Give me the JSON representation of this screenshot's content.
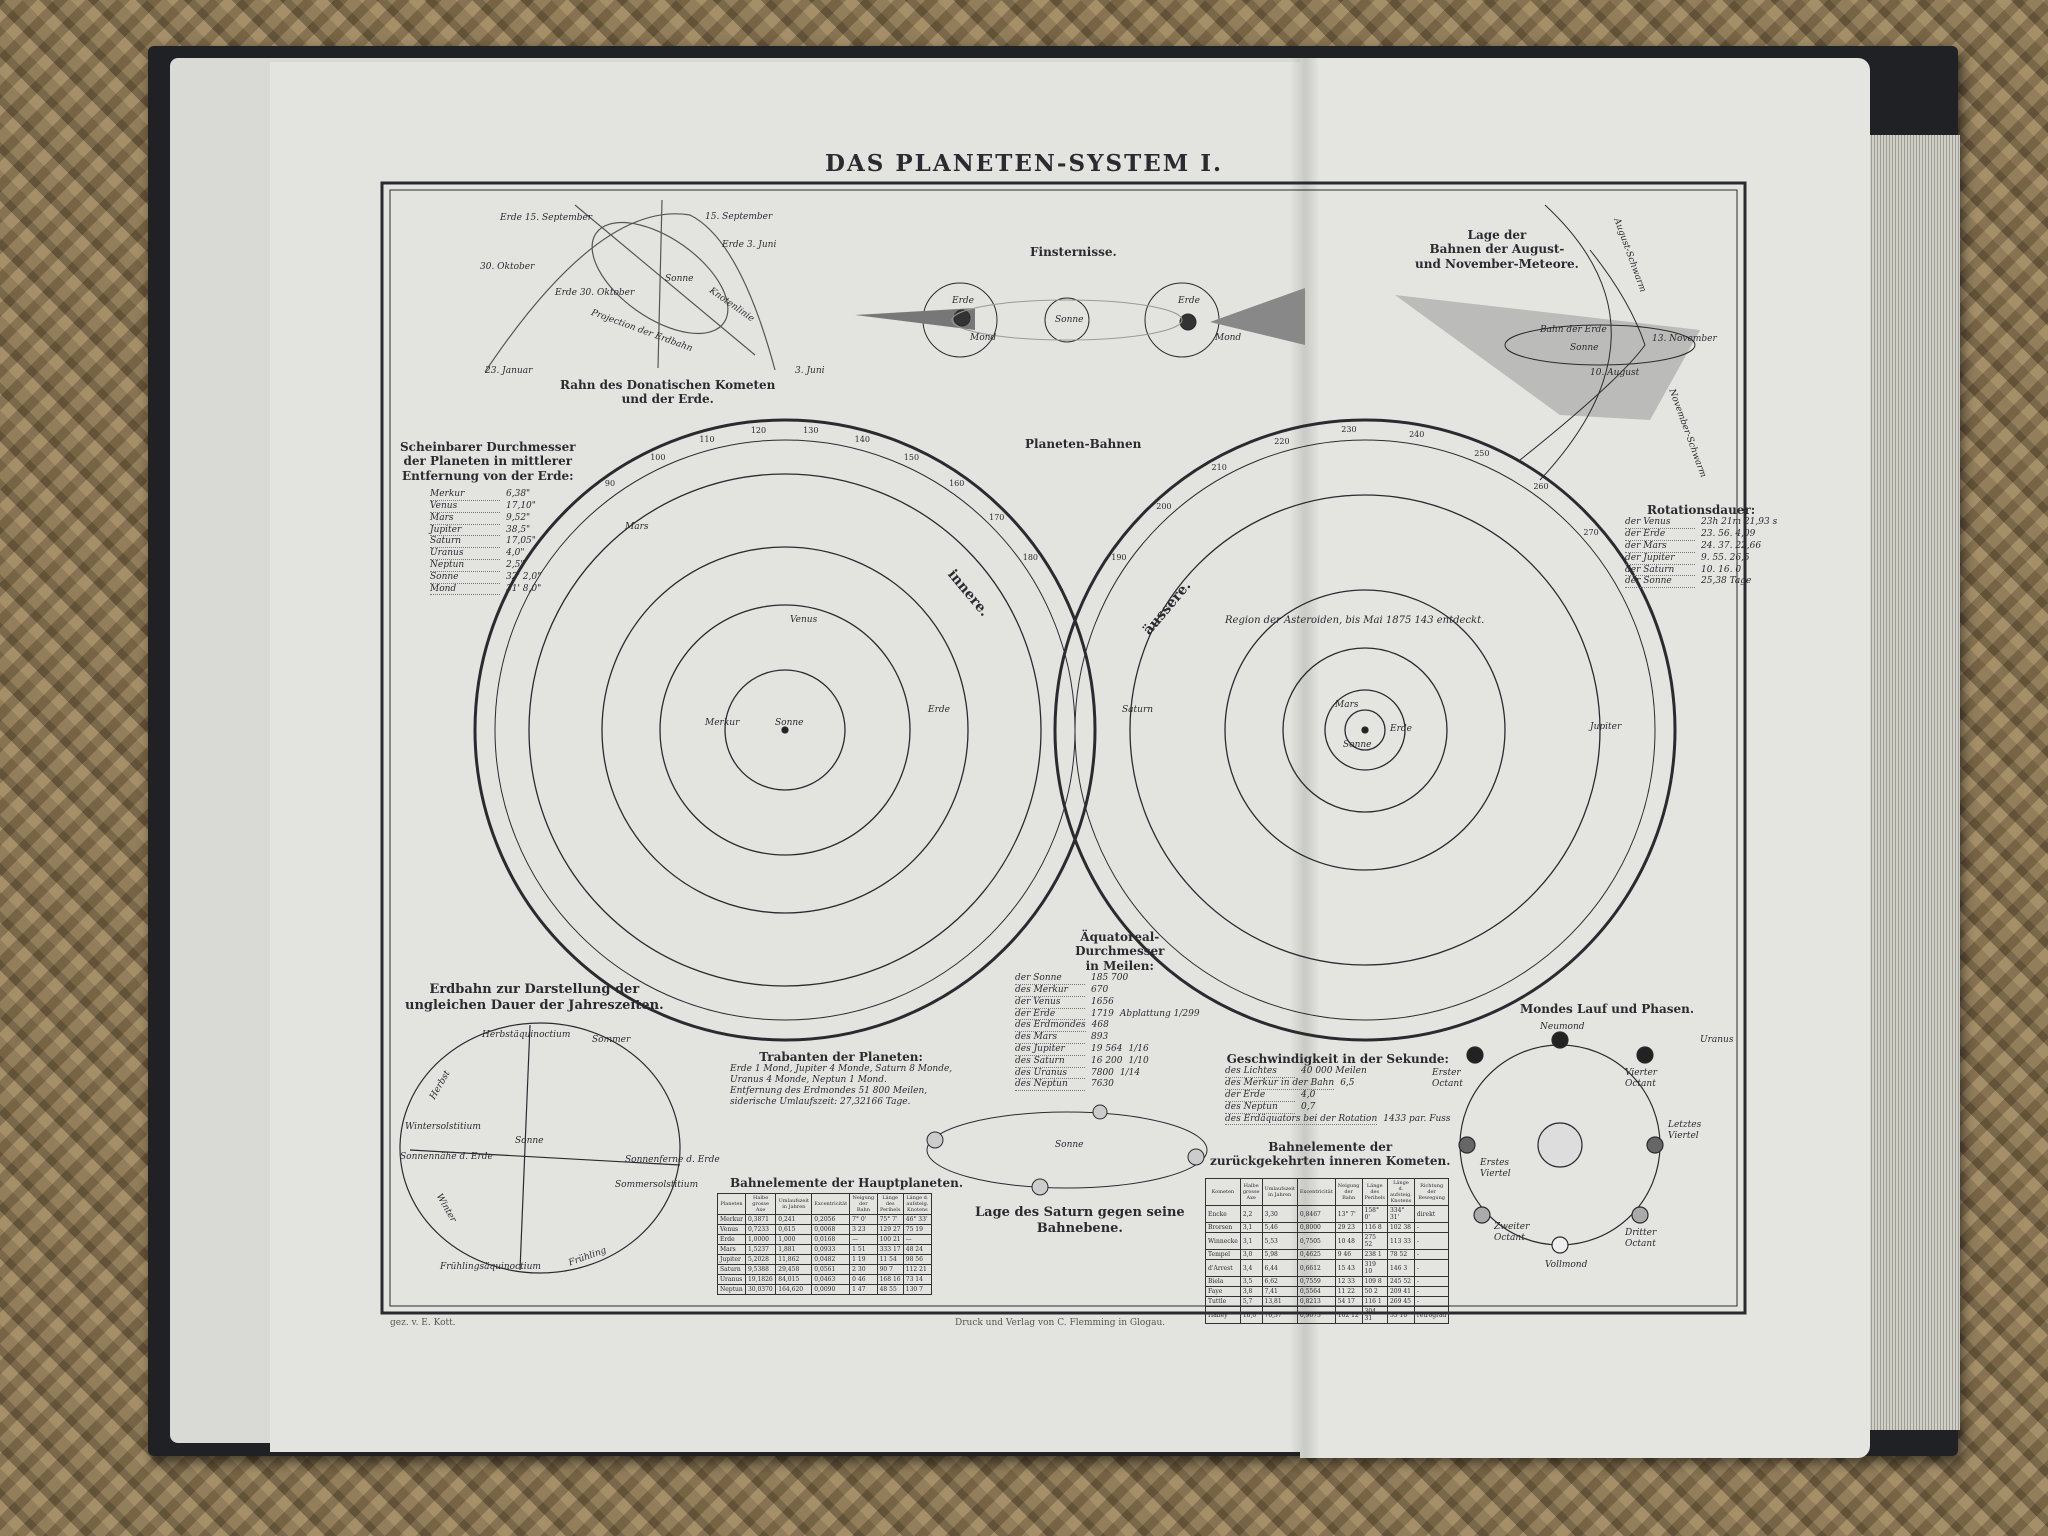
{
  "title": "DAS PLANETEN-SYSTEM I.",
  "comet": {
    "caption": [
      "Rahn des Donatischen Kometen",
      "und der Erde."
    ],
    "labels": [
      "Erde 15. September",
      "15. September",
      "Erde 3. Juni",
      "30. Oktober",
      "Sonne",
      "Erde 30. Oktober",
      "Knotenlinie",
      "Projection der Erdbahn",
      "23. Januar",
      "3. Juni"
    ]
  },
  "eclipses": {
    "title": "Finsternisse.",
    "labels": [
      "Erde",
      "Mond",
      "Sonne",
      "Erde",
      "Mond"
    ]
  },
  "meteors": {
    "title": [
      "Lage der",
      "Bahnen der August-",
      "und November-Meteore."
    ],
    "labels": [
      "August-Schwarm",
      "Bahn der Erde",
      "Sonne",
      "13. November",
      "10. August",
      "November-Schwarm"
    ]
  },
  "apparent_diameter": {
    "title": [
      "Scheinbarer Durchmesser",
      "der Planeten in mittlerer",
      "Entfernung von der Erde:"
    ],
    "rows": [
      [
        "Merkur",
        "6,38\""
      ],
      [
        "Venus",
        "17,10\""
      ],
      [
        "Mars",
        "9,52\""
      ],
      [
        "Jupiter",
        "38,5\""
      ],
      [
        "Saturn",
        "17,05\""
      ],
      [
        "Uranus",
        "4,0\""
      ],
      [
        "Neptun",
        "2,5\""
      ],
      [
        "Sonne",
        "32' 2,0\""
      ],
      [
        "Mond",
        "31' 8,0\""
      ]
    ]
  },
  "orbits": {
    "title": "Planeten-Bahnen",
    "inner_label": "innere.",
    "outer_label": "äussere.",
    "inner_planets": [
      "Mars",
      "Venus",
      "Merkur",
      "Sonne",
      "Erde"
    ],
    "outer_planets": [
      "Saturn",
      "Jupiter",
      "Sonne",
      "Erde",
      "Mars"
    ],
    "asteroid_text": "Region der Asteroiden, bis Mai 1875 143 entdeckt.",
    "degree_ticks": [
      "90",
      "100",
      "110",
      "120",
      "130",
      "140",
      "150",
      "160",
      "170",
      "180",
      "190",
      "200",
      "210",
      "220",
      "230",
      "240",
      "250",
      "260",
      "270"
    ]
  },
  "rotation": {
    "title": "Rotationsdauer:",
    "rows": [
      [
        "der Venus",
        "23h 21m 21,93 s"
      ],
      [
        "der Erde",
        "23. 56. 4,09"
      ],
      [
        "der Mars",
        "24. 37. 22,66"
      ],
      [
        "der Jupiter",
        "9. 55. 26,5"
      ],
      [
        "der Saturn",
        "10. 16. 0"
      ],
      [
        "der Sonne",
        "25,38 Tage"
      ]
    ]
  },
  "equatorial": {
    "title": [
      "Äquatoreal-",
      "Durchmesser",
      "in Meilen:"
    ],
    "rows": [
      [
        "der Sonne",
        "185 700"
      ],
      [
        "des Merkur",
        "670"
      ],
      [
        "der Venus",
        "1656"
      ],
      [
        "der Erde",
        "1719",
        "Abplattung 1/299"
      ],
      [
        "des Erdmondes",
        "468"
      ],
      [
        "des Mars",
        "893"
      ],
      [
        "des Jupiter",
        "19 564",
        "1/16"
      ],
      [
        "des Saturn",
        "16 200",
        "1/10"
      ],
      [
        "des Uranus",
        "7800",
        "1/14"
      ],
      [
        "des Neptun",
        "7630"
      ]
    ]
  },
  "seasons": {
    "title": [
      "Erdbahn zur Darstellung der",
      "ungleichen Dauer der Jahreszeiten."
    ],
    "labels": [
      "Herbstäquinoctium",
      "Sommer",
      "Herbst",
      "Wintersolstitium",
      "Sonne",
      "Sonnennähe d. Erde",
      "Sonnenferne d. Erde",
      "Sommersolstitium",
      "Winter",
      "Frühling",
      "Frühlingsäquinoctium"
    ]
  },
  "satellites": {
    "title": "Trabanten der Planeten:",
    "lines": [
      "Erde 1 Mond, Jupiter 4 Monde, Saturn 8 Monde,",
      "Uranus 4 Monde, Neptun 1 Mond.",
      "Entfernung des Erdmondes 51 800 Meilen,",
      "siderische Umlaufszeit: 27,32166 Tage."
    ]
  },
  "saturn": {
    "caption": [
      "Lage des Saturn gegen seine",
      "Bahnebene."
    ],
    "label": "Sonne"
  },
  "velocity": {
    "title": "Geschwindigkeit in der Sekunde:",
    "rows": [
      [
        "des Lichtes",
        "40 000 Meilen"
      ],
      [
        "des Merkur in der Bahn",
        "6,5"
      ],
      [
        "der Erde",
        "4,0"
      ],
      [
        "des Neptun",
        "0,7"
      ],
      [
        "des Erdäquators bei der Rotation",
        "1433 par. Fuss"
      ]
    ]
  },
  "moon": {
    "title": "Mondes Lauf und Phasen.",
    "labels": [
      "Neumond",
      "Erster Octant",
      "Vierter Octant",
      "Erstes Viertel",
      "Letztes Viertel",
      "Zweiter Octant",
      "Dritter Octant",
      "Vollmond"
    ],
    "side_label": "Uranus"
  },
  "planet_table": {
    "title": "Bahnelemente der Hauptplaneten.",
    "headers": [
      "Planeten",
      "Halbe grosse Axe",
      "Umlaufszeit in Jahren",
      "Excentricität",
      "Neigung der Bahn",
      "Länge des Perihels",
      "Länge d. aufsteig. Knotens"
    ],
    "rows": [
      [
        "Merkur",
        "0,3871",
        "0,241",
        "0,2056",
        "7° 0'",
        "75° 7'",
        "46° 33'"
      ],
      [
        "Venus",
        "0,7233",
        "0,615",
        "0,0068",
        "3 23",
        "129 27",
        "75 19"
      ],
      [
        "Erde",
        "1,0000",
        "1,000",
        "0,0168",
        "—",
        "100 21",
        "—"
      ],
      [
        "Mars",
        "1,5237",
        "1,881",
        "0,0933",
        "1 51",
        "333 17",
        "48 24"
      ],
      [
        "Jupiter",
        "5,2028",
        "11,862",
        "0,0482",
        "1 19",
        "11 54",
        "98 56"
      ],
      [
        "Saturn",
        "9,5388",
        "29,458",
        "0,0561",
        "2 30",
        "90 7",
        "112 21"
      ],
      [
        "Uranus",
        "19,1826",
        "84,015",
        "0,0463",
        "0 46",
        "168 16",
        "73 14"
      ],
      [
        "Neptun",
        "30,0370",
        "164,620",
        "0,0090",
        "1 47",
        "48 55",
        "130 7"
      ]
    ]
  },
  "comet_table": {
    "title": [
      "Bahnelemente der",
      "zurückgekehrten inneren Kometen."
    ],
    "headers": [
      "Kometen",
      "Halbe grosse Axe",
      "Umlaufszeit in Jahren",
      "Excentricität",
      "Neigung der Bahn",
      "Länge des Perihels",
      "Länge d. aufsteig. Knotens",
      "Richtung der Bewegung"
    ],
    "rows": [
      [
        "Encke",
        "2,2",
        "3,30",
        "0,8467",
        "13° 7'",
        "158° 0'",
        "334° 31'",
        "direkt"
      ],
      [
        "Brorsen",
        "3,1",
        "5,46",
        "0,8000",
        "29 23",
        "116 8",
        "102 38",
        "-"
      ],
      [
        "Winnecke",
        "3,1",
        "5,53",
        "0,7505",
        "10 48",
        "275 52",
        "113 33",
        "-"
      ],
      [
        "Tempel",
        "3,0",
        "5,98",
        "0,4625",
        "9 46",
        "238 1",
        "78 52",
        "-"
      ],
      [
        "d'Arrest",
        "3,4",
        "6,44",
        "0,6612",
        "15 43",
        "319 10",
        "146 3",
        "-"
      ],
      [
        "Biela",
        "3,5",
        "6,62",
        "0,7559",
        "12 33",
        "109 8",
        "245 52",
        "-"
      ],
      [
        "Faye",
        "3,8",
        "7,41",
        "0,5564",
        "11 22",
        "50 2",
        "209 41",
        "-"
      ],
      [
        "Tuttle",
        "5,7",
        "13,81",
        "0,8213",
        "54 17",
        "116 1",
        "269 45",
        "-"
      ],
      [
        "Halley",
        "18,0",
        "76,37",
        "0,9673",
        "162 12",
        "304 31",
        "55 10",
        "retrograd"
      ]
    ]
  },
  "footer": {
    "left": "gez. v. E. Kott.",
    "center": "Druck und Verlag von C. Flemming in Glogau."
  }
}
